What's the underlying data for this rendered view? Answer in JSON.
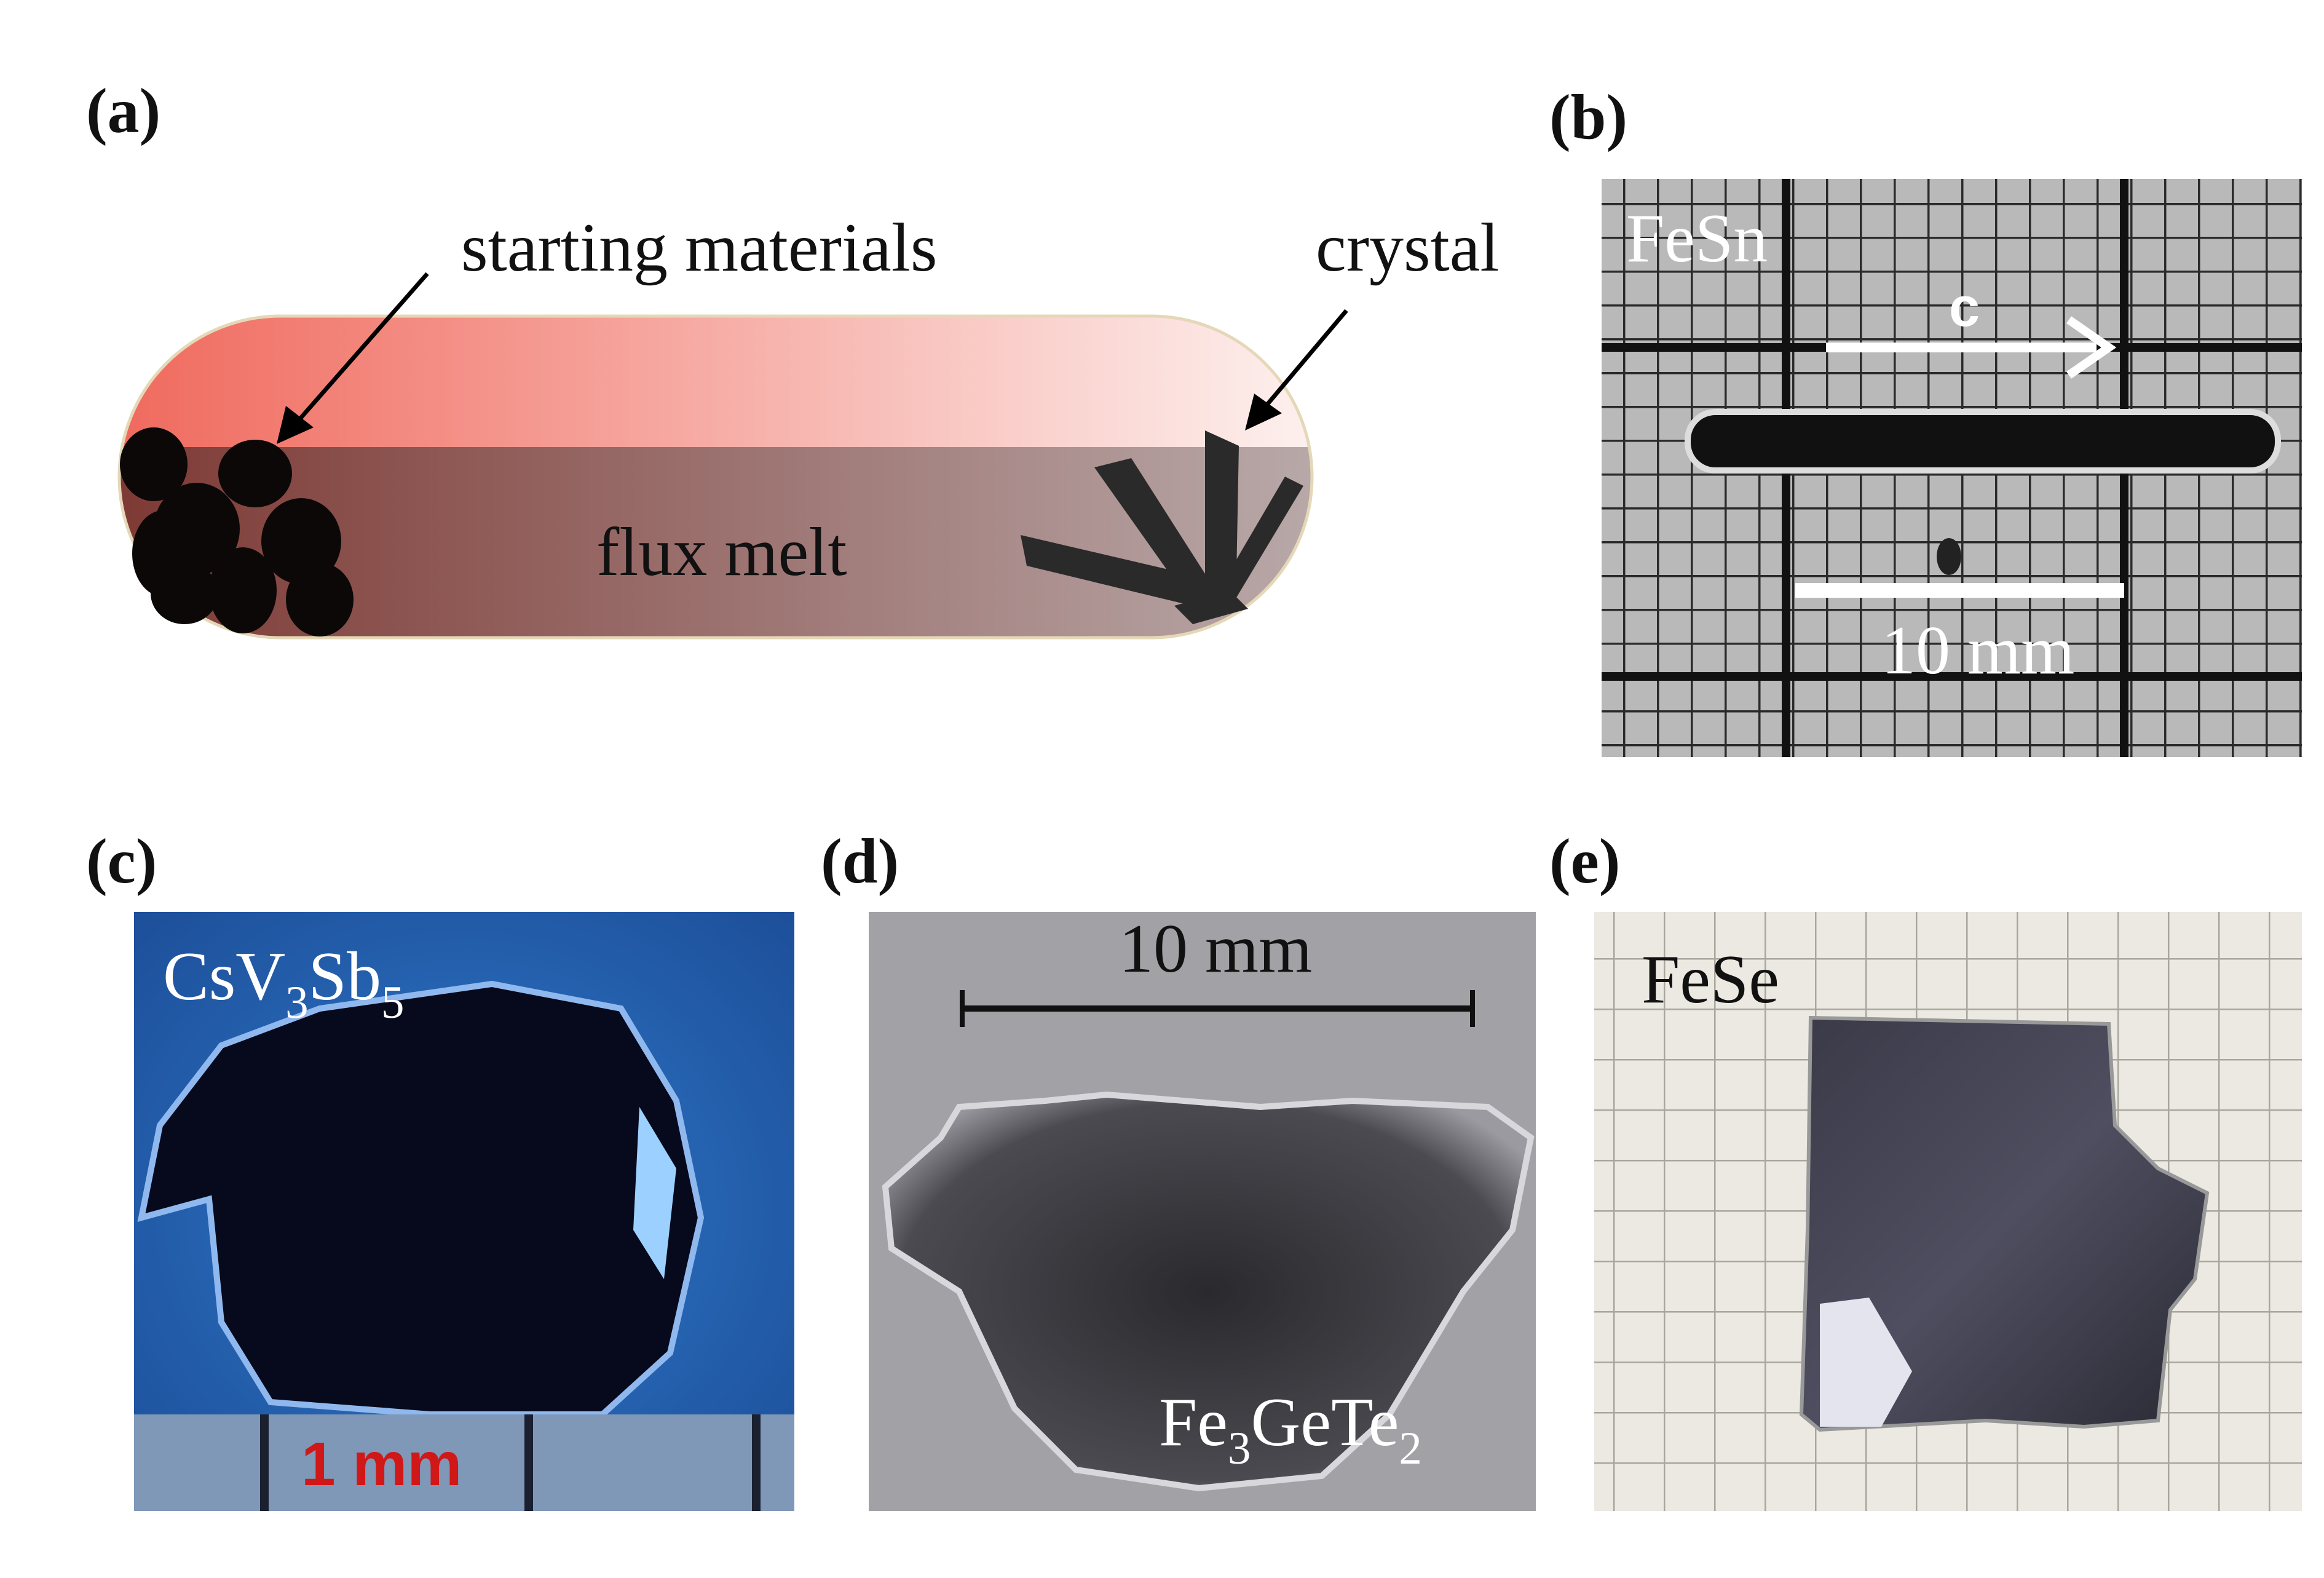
{
  "panels": {
    "a": {
      "label": "(a)",
      "starting_materials": "starting materials",
      "crystal": "crystal",
      "flux_melt": "flux melt"
    },
    "b": {
      "label": "(b)",
      "compound": "FeSn",
      "axis": "c",
      "scale": "10 mm"
    },
    "c": {
      "label": "(c)",
      "compound_parts": [
        "CsV",
        "3",
        "Sb",
        "5"
      ],
      "scale": "1 mm"
    },
    "d": {
      "label": "(d)",
      "scale": "10 mm",
      "compound_parts": [
        "Fe",
        "3",
        "GeTe",
        "2"
      ]
    },
    "e": {
      "label": "(e)",
      "compound": "FeSe"
    }
  },
  "colors": {
    "capsule_top": "#f07a6e",
    "melt": "#8e5a55",
    "panel_c_bg": "#2a6fc0",
    "scale_red": "#d01818"
  }
}
